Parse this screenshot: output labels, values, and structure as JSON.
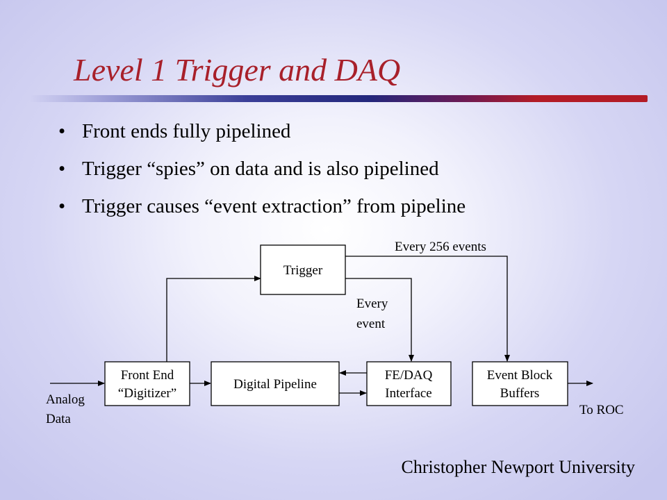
{
  "title": "Level 1 Trigger and DAQ",
  "bullets": [
    "Front ends fully pipelined",
    "Trigger “spies” on data and is also pipelined",
    "Trigger causes “event extraction” from pipeline"
  ],
  "diagram": {
    "boxes": {
      "trigger": "Trigger",
      "front_end_line1": "Front End",
      "front_end_line2": "“Digitizer”",
      "digital_pipeline": "Digital Pipeline",
      "fe_daq_line1": "FE/DAQ",
      "fe_daq_line2": "Interface",
      "event_block_line1": "Event Block",
      "event_block_line2": "Buffers"
    },
    "labels": {
      "every_256": "Every 256 events",
      "every_event_line1": "Every",
      "every_event_line2": "event",
      "analog_line1": "Analog",
      "analog_line2": "Data",
      "to_roc": "To ROC"
    }
  },
  "footer": "Christopher Newport University",
  "colors": {
    "title": "#a8202a",
    "box_fill": "#ffffff",
    "line": "#000000"
  }
}
